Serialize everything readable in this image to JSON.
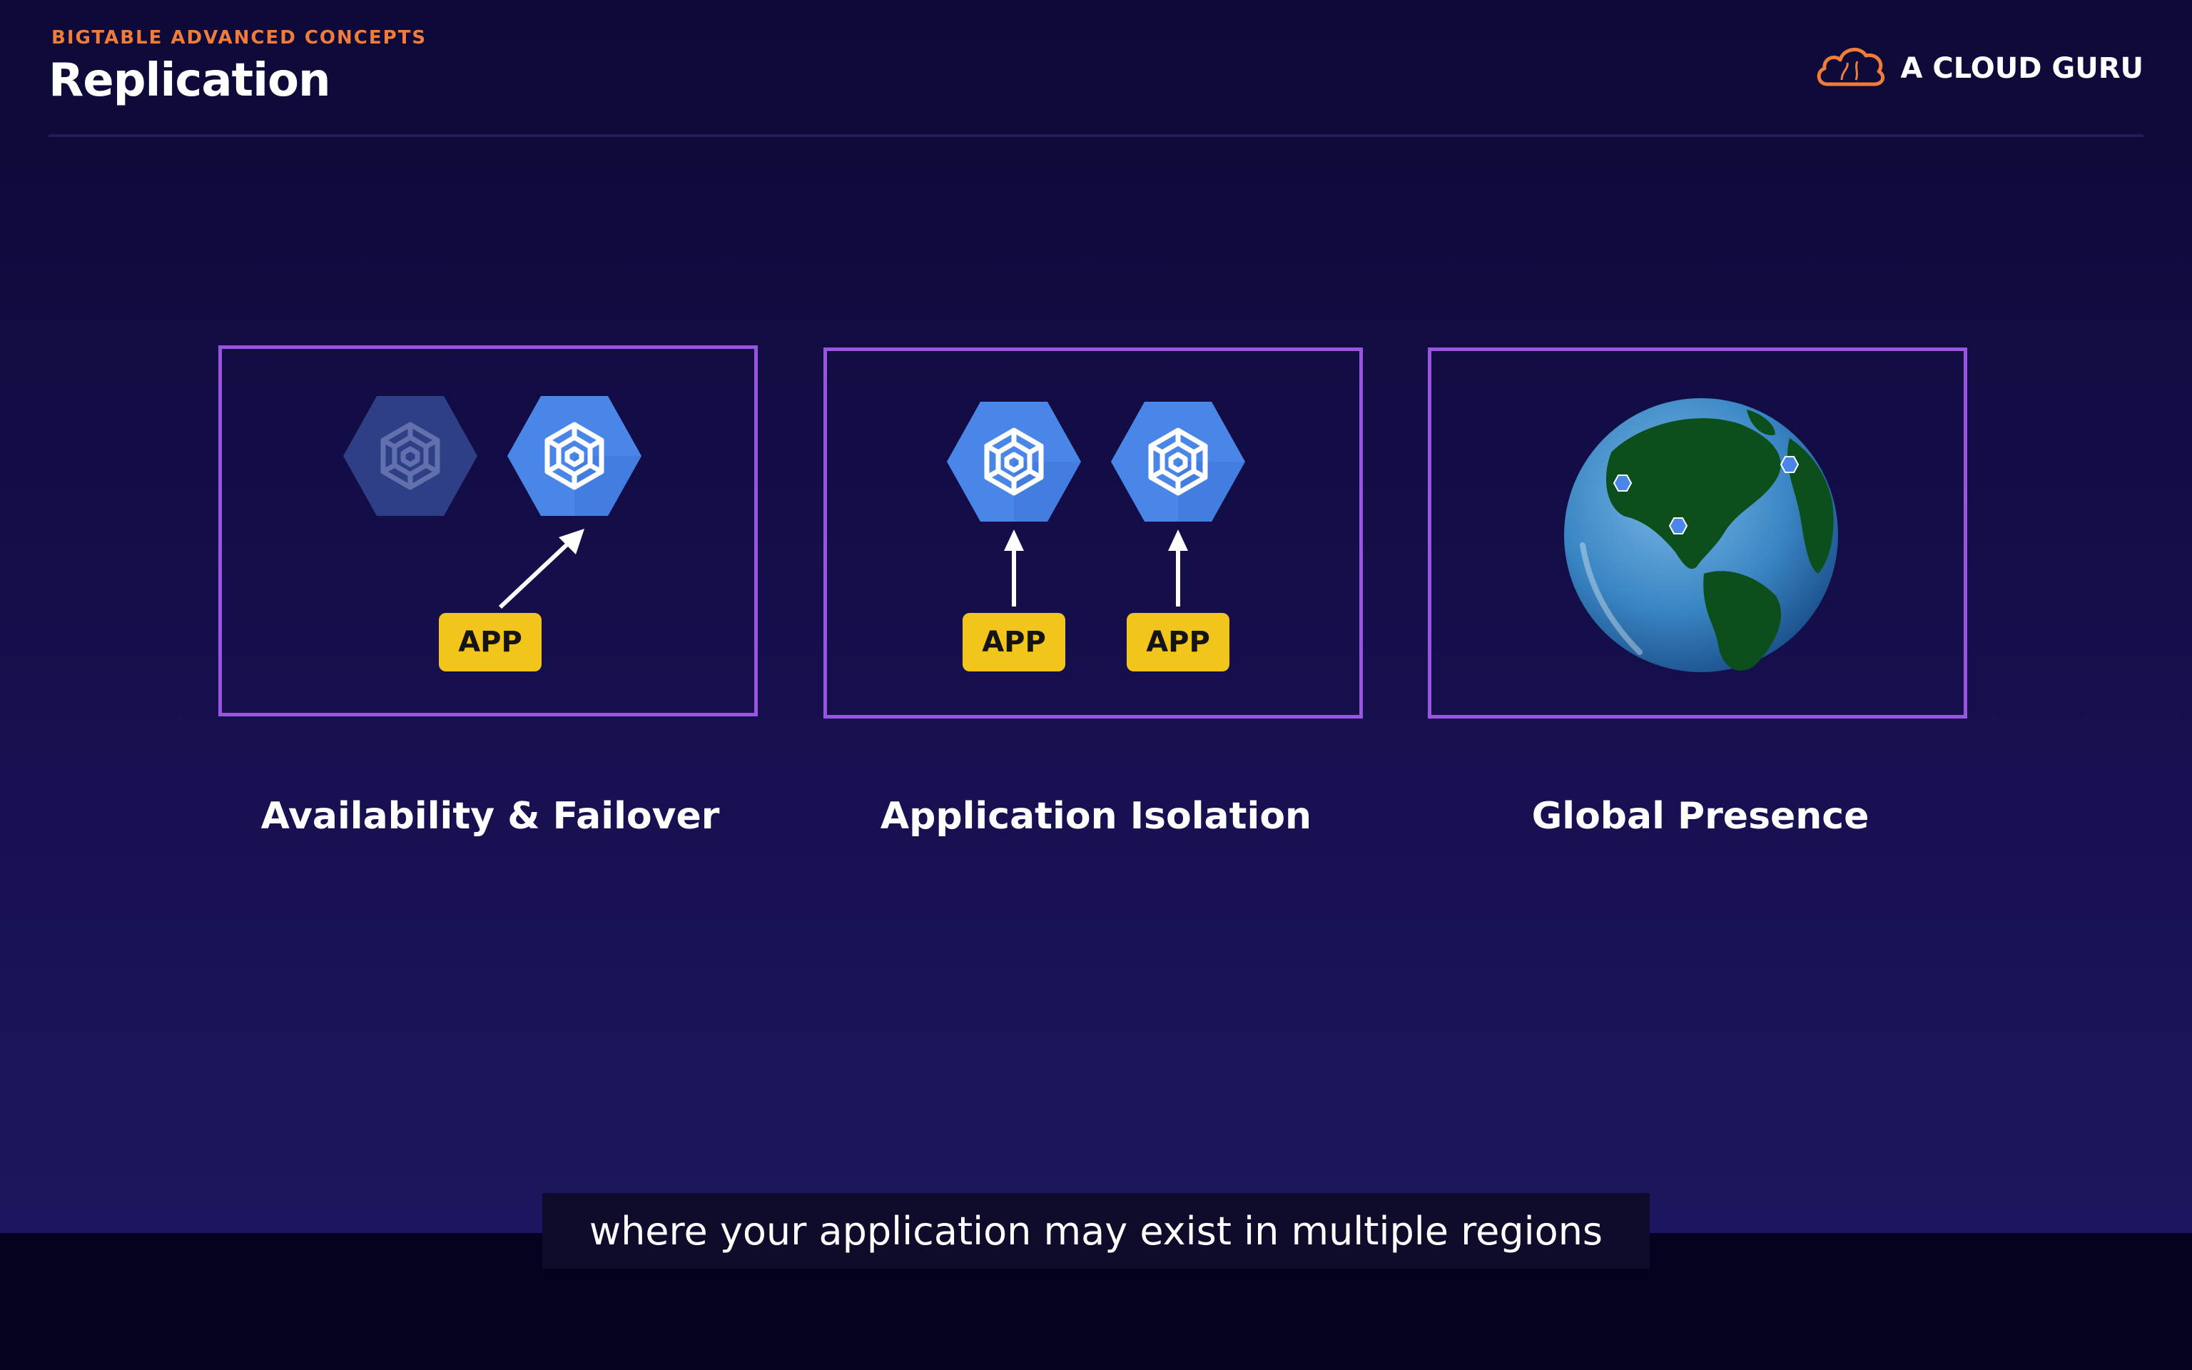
{
  "header": {
    "section_label": "BIGTABLE ADVANCED CONCEPTS",
    "title": "Replication"
  },
  "brand": {
    "name": "A CLOUD GURU",
    "logo_icon": "cloud-icon"
  },
  "panels": [
    {
      "caption": "Availability & Failover",
      "icons": [
        "bigtable-icon-dimmed",
        "bigtable-icon",
        "diagonal-arrow-icon"
      ],
      "app_labels": [
        "APP"
      ]
    },
    {
      "caption": "Application Isolation",
      "icons": [
        "bigtable-icon",
        "bigtable-icon",
        "up-arrow-icon",
        "up-arrow-icon"
      ],
      "app_labels": [
        "APP",
        "APP"
      ]
    },
    {
      "caption": "Global Presence",
      "icons": [
        "globe-icon",
        "bigtable-marker-icon"
      ],
      "app_labels": []
    }
  ],
  "subtitle": "where your application may exist in multiple regions",
  "colors": {
    "accent_orange": "#f07c3a",
    "panel_border": "#9a55e0",
    "bigtable_blue": "#4a86e8",
    "app_yellow": "#f2c51c"
  }
}
